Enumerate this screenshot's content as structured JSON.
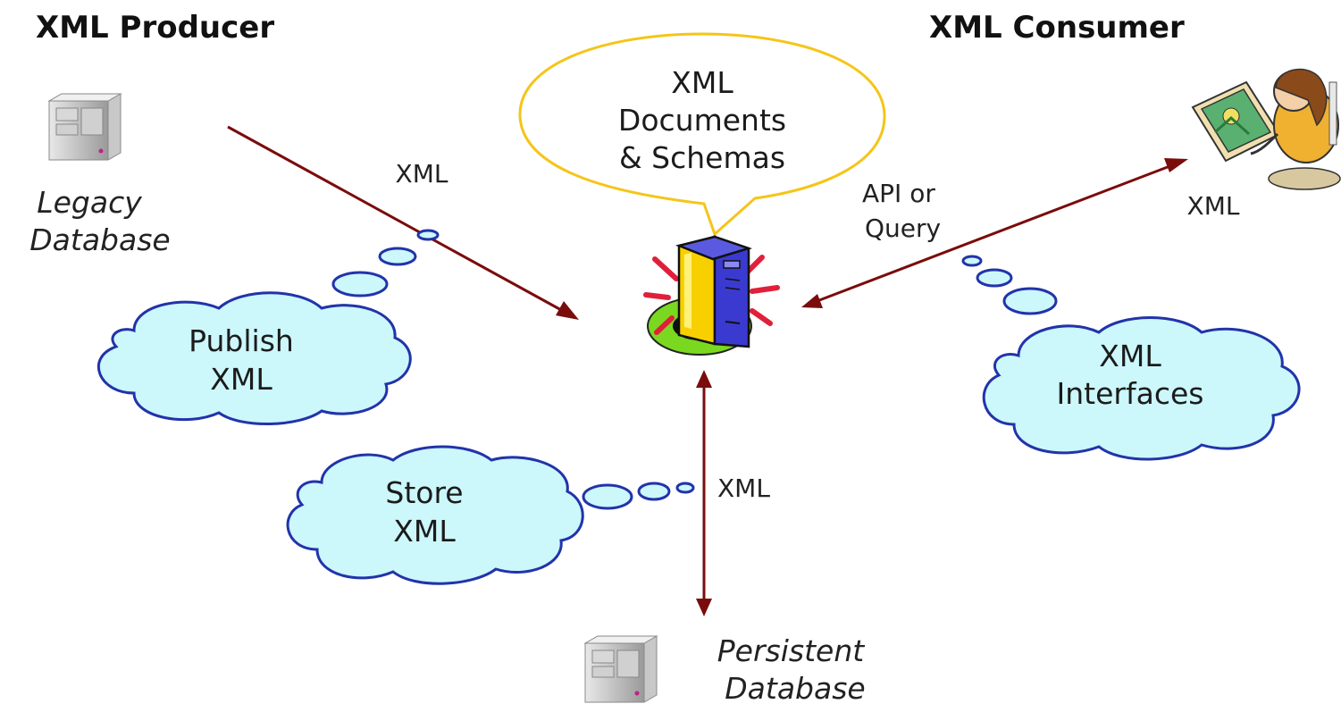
{
  "headers": {
    "producer": "XML Producer",
    "consumer": "XML Consumer"
  },
  "speech_bubble": {
    "line1": "XML",
    "line2": "Documents",
    "line3": "& Schemas"
  },
  "legacy_db": {
    "line1": "Legacy",
    "line2": "Database"
  },
  "persistent_db": {
    "line1": "Persistent",
    "line2": "Database"
  },
  "clouds": {
    "publish": {
      "line1": "Publish",
      "line2": "XML"
    },
    "store": {
      "line1": "Store",
      "line2": "XML"
    },
    "interfaces": {
      "line1": "XML",
      "line2": "Interfaces"
    }
  },
  "edge_labels": {
    "producer_xml": "XML",
    "api_line1": "API or",
    "api_line2": "Query",
    "consumer_xml": "XML",
    "db_xml": "XML"
  },
  "icons": [
    "server-icon",
    "database-server-icon",
    "user-at-computer-icon"
  ],
  "colors": {
    "arrow": "#7a0c0c",
    "cloud_fill": "#ccf7fb",
    "cloud_stroke": "#2233aa",
    "bubble_stroke": "#f5c518",
    "server_yellow": "#f8d000",
    "server_blue": "#3a3ad0",
    "green_base": "#7ad820",
    "burst_red": "#e0203a"
  }
}
